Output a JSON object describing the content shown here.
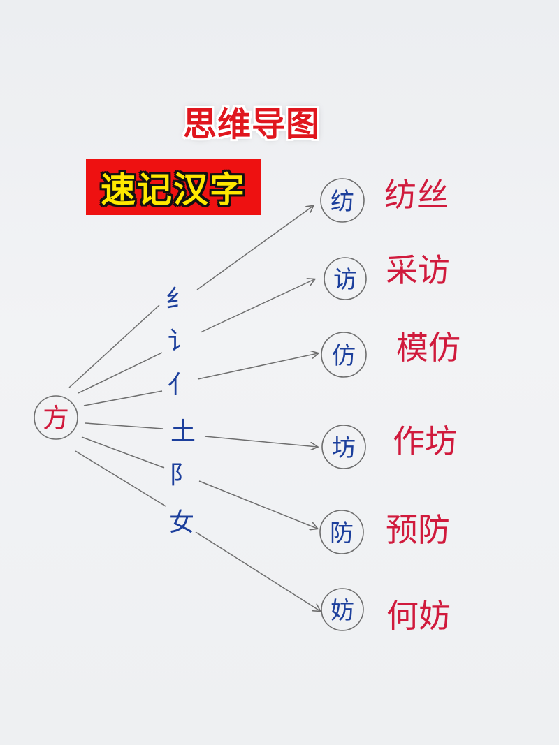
{
  "title": "思维导图",
  "subtitle": "速记汉字",
  "root": "方",
  "radicals": [
    "纟",
    "讠",
    "亻",
    "土",
    "阝",
    "女"
  ],
  "branches": [
    {
      "char": "纺",
      "word": "纺丝"
    },
    {
      "char": "访",
      "word": "采访"
    },
    {
      "char": "仿",
      "word": "模仿"
    },
    {
      "char": "坊",
      "word": "作坊"
    },
    {
      "char": "防",
      "word": "预防"
    },
    {
      "char": "妨",
      "word": "何妨"
    }
  ],
  "colors": {
    "red_ink": "#d01a3c",
    "blue_ink": "#1c3f9c",
    "pencil": "#707070",
    "title_red": "#e0161e",
    "banner_red": "#ee1111",
    "banner_yellow": "#ffe800"
  }
}
